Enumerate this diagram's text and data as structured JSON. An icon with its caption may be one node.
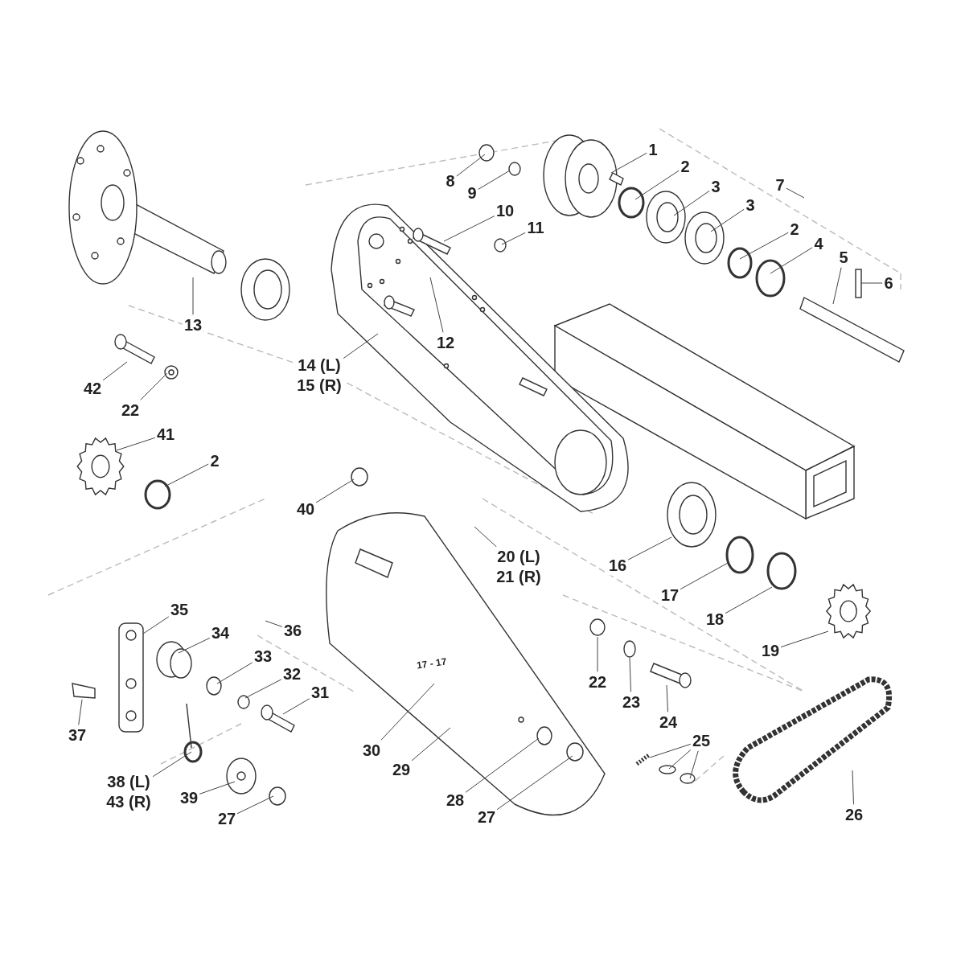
{
  "diagram": {
    "nodes": [
      {
        "text": [
          "8"
        ]
      },
      {
        "text": [
          "1"
        ]
      },
      {
        "text": [
          "2"
        ]
      },
      {
        "text": [
          "7"
        ]
      },
      {
        "text": [
          "3"
        ]
      },
      {
        "text": [
          "9"
        ]
      },
      {
        "text": [
          "3"
        ]
      },
      {
        "text": [
          "10"
        ]
      },
      {
        "text": [
          "11"
        ]
      },
      {
        "text": [
          "2"
        ]
      },
      {
        "text": [
          "4"
        ]
      },
      {
        "text": [
          "5"
        ]
      },
      {
        "text": [
          "6"
        ]
      },
      {
        "text": [
          "13"
        ]
      },
      {
        "text": [
          "14 (L)",
          "15 (R)"
        ]
      },
      {
        "text": [
          "12"
        ]
      },
      {
        "text": [
          "42"
        ]
      },
      {
        "text": [
          "22"
        ]
      },
      {
        "text": [
          "41"
        ]
      },
      {
        "text": [
          "2"
        ]
      },
      {
        "text": [
          "40"
        ]
      },
      {
        "text": [
          "20 (L)",
          "21 (R)"
        ]
      },
      {
        "text": [
          "16"
        ]
      },
      {
        "text": [
          "17"
        ]
      },
      {
        "text": [
          "35"
        ]
      },
      {
        "text": [
          "18"
        ]
      },
      {
        "text": [
          "36"
        ]
      },
      {
        "text": [
          "34"
        ]
      },
      {
        "text": [
          "19"
        ]
      },
      {
        "text": [
          "33"
        ]
      },
      {
        "text": [
          "32"
        ]
      },
      {
        "text": [
          "22"
        ]
      },
      {
        "text": [
          "31"
        ]
      },
      {
        "text": [
          "23"
        ]
      },
      {
        "text": [
          "24"
        ]
      },
      {
        "text": [
          "37"
        ]
      },
      {
        "text": [
          "25"
        ]
      },
      {
        "text": [
          "30"
        ]
      },
      {
        "text": [
          "29"
        ]
      },
      {
        "text": [
          "38 (L)",
          "43 (R)"
        ]
      },
      {
        "text": [
          "39"
        ]
      },
      {
        "text": [
          "28"
        ]
      },
      {
        "text": [
          "26"
        ]
      },
      {
        "text": [
          "27"
        ]
      },
      {
        "text": [
          "27"
        ]
      }
    ],
    "edges": [
      {
        "from": 0,
        "to": null,
        "arrow": "none"
      },
      {
        "from": 1,
        "to": null,
        "arrow": "none"
      },
      {
        "from": 2,
        "to": null,
        "arrow": "none"
      },
      {
        "from": 3,
        "to": null,
        "arrow": "none"
      },
      {
        "from": 4,
        "to": null,
        "arrow": "none"
      },
      {
        "from": 5,
        "to": null,
        "arrow": "none"
      },
      {
        "from": 6,
        "to": null,
        "arrow": "none"
      },
      {
        "from": 7,
        "to": null,
        "arrow": "none"
      },
      {
        "from": 8,
        "to": null,
        "arrow": "none"
      },
      {
        "from": 9,
        "to": null,
        "arrow": "none"
      },
      {
        "from": 10,
        "to": null,
        "arrow": "none"
      },
      {
        "from": 11,
        "to": null,
        "arrow": "none"
      },
      {
        "from": 12,
        "to": null,
        "arrow": "none"
      },
      {
        "from": 13,
        "to": null,
        "arrow": "none"
      },
      {
        "from": 14,
        "to": null,
        "arrow": "none"
      },
      {
        "from": 15,
        "to": null,
        "arrow": "none"
      },
      {
        "from": 16,
        "to": null,
        "arrow": "none"
      },
      {
        "from": 17,
        "to": null,
        "arrow": "none"
      },
      {
        "from": 18,
        "to": null,
        "arrow": "none"
      },
      {
        "from": 19,
        "to": null,
        "arrow": "none"
      },
      {
        "from": 20,
        "to": null,
        "arrow": "none"
      },
      {
        "from": 21,
        "to": null,
        "arrow": "none"
      },
      {
        "from": 22,
        "to": null,
        "arrow": "none"
      },
      {
        "from": 23,
        "to": null,
        "arrow": "none"
      },
      {
        "from": 24,
        "to": null,
        "arrow": "none"
      },
      {
        "from": 25,
        "to": null,
        "arrow": "none"
      },
      {
        "from": 26,
        "to": null,
        "arrow": "none"
      },
      {
        "from": 27,
        "to": null,
        "arrow": "none"
      },
      {
        "from": 28,
        "to": null,
        "arrow": "none"
      },
      {
        "from": 29,
        "to": null,
        "arrow": "none"
      },
      {
        "from": 30,
        "to": null,
        "arrow": "none"
      },
      {
        "from": 31,
        "to": null,
        "arrow": "none"
      },
      {
        "from": 32,
        "to": null,
        "arrow": "none"
      },
      {
        "from": 33,
        "to": null,
        "arrow": "none"
      },
      {
        "from": 34,
        "to": null,
        "arrow": "none"
      },
      {
        "from": 35,
        "to": null,
        "arrow": "none"
      },
      {
        "from": 36,
        "to": null,
        "arrow": "none"
      },
      {
        "from": 36,
        "to": null,
        "arrow": "none"
      },
      {
        "from": 36,
        "to": null,
        "arrow": "none"
      },
      {
        "from": 37,
        "to": null,
        "arrow": "none"
      },
      {
        "from": 38,
        "to": null,
        "arrow": "none"
      },
      {
        "from": 39,
        "to": null,
        "arrow": "none"
      },
      {
        "from": 40,
        "to": null,
        "arrow": "none"
      },
      {
        "from": 41,
        "to": null,
        "arrow": "none"
      },
      {
        "from": 42,
        "to": null,
        "arrow": "none"
      },
      {
        "from": 43,
        "to": null,
        "arrow": "none"
      },
      {
        "from": 44,
        "to": null,
        "arrow": "none"
      }
    ],
    "labels": [
      "17 - 17"
    ]
  }
}
